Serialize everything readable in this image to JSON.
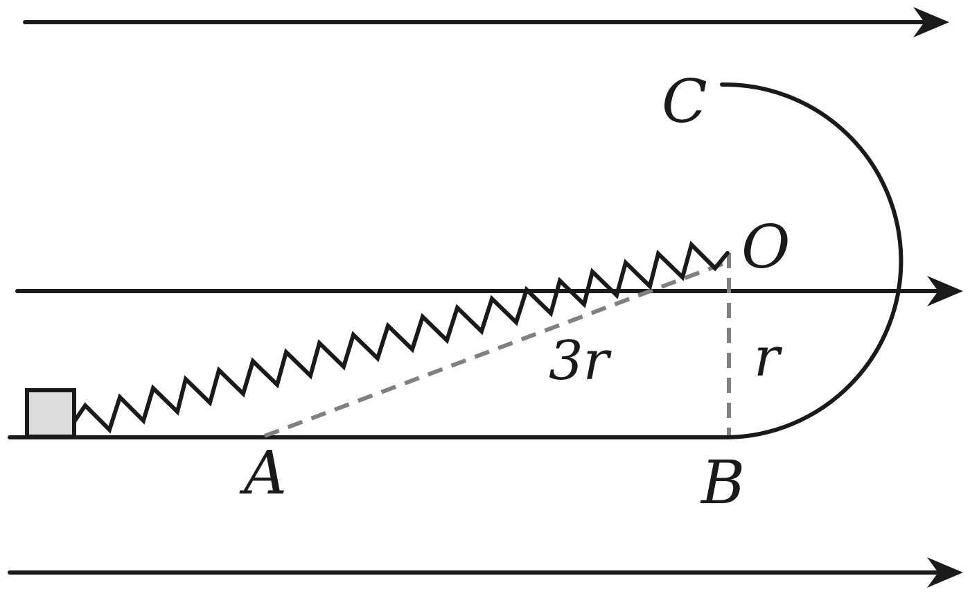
{
  "labels": {
    "A": "A",
    "B": "B",
    "C": "C",
    "O": "O",
    "length": "3r",
    "radius": "r"
  },
  "colors": {
    "ink": "#1a1a1a",
    "dashed": "#808080",
    "block_fill": "#dcdcdc"
  }
}
